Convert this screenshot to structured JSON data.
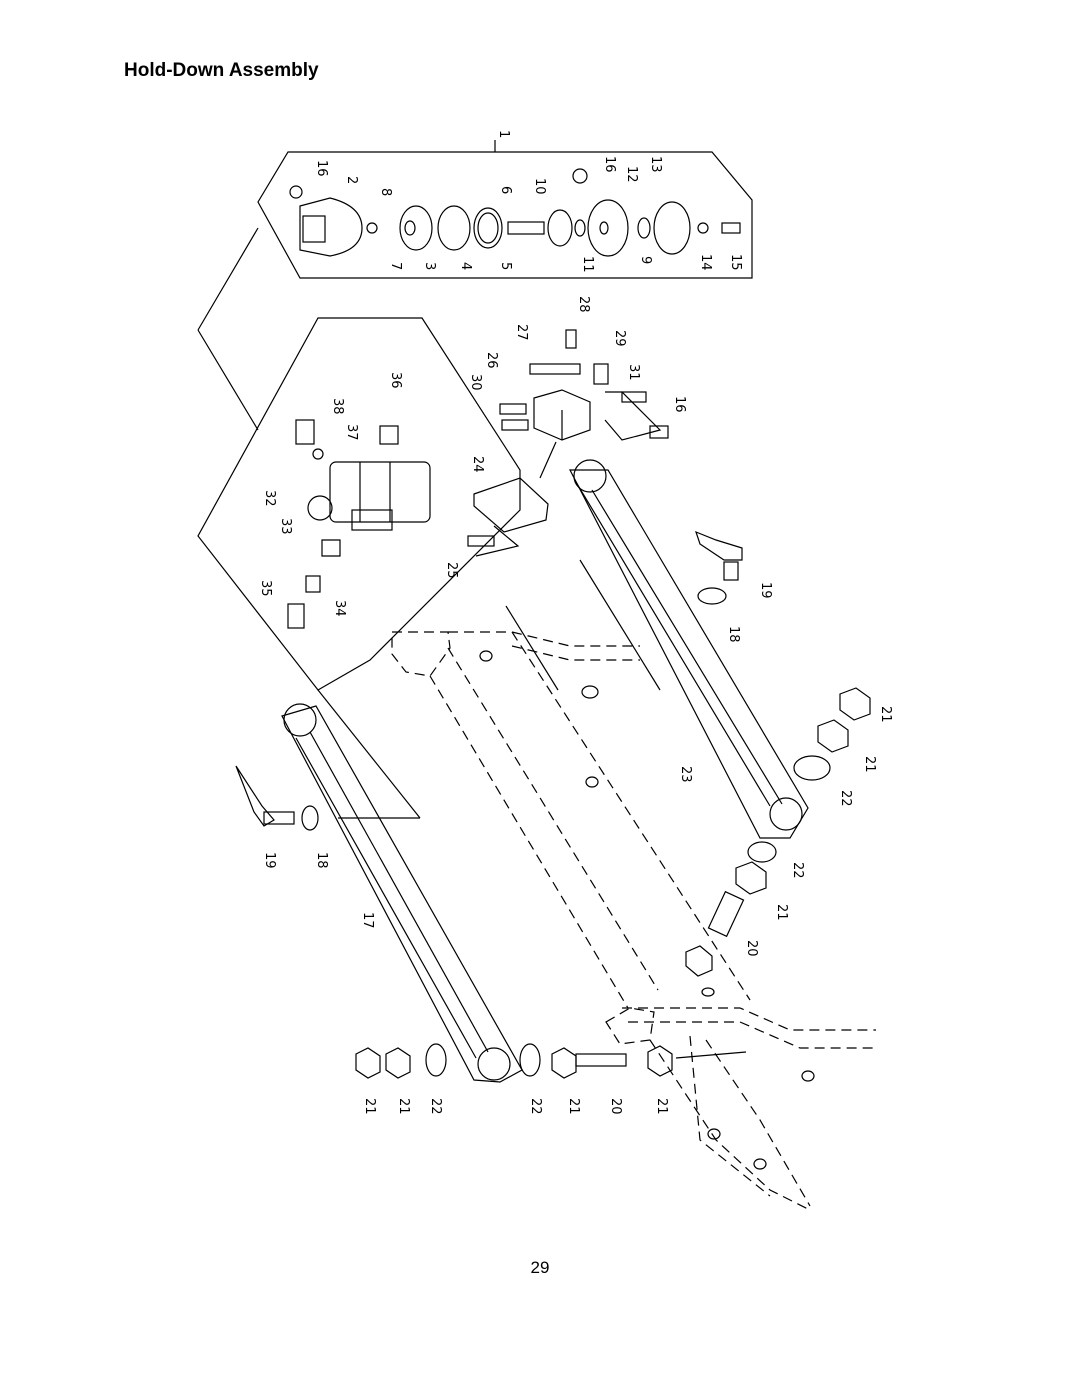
{
  "page": {
    "title": "Hold-Down Assembly",
    "page_number": "29"
  },
  "callouts": {
    "c1": "1",
    "c2": "2",
    "c3": "3",
    "c4": "4",
    "c5": "5",
    "c6": "6",
    "c7": "7",
    "c8": "8",
    "c9": "9",
    "c10": "10",
    "c11": "11",
    "c12": "12",
    "c13": "13",
    "c14": "14",
    "c15": "15",
    "c16": "16",
    "c17": "17",
    "c18": "18",
    "c19": "19",
    "c20": "20",
    "c21": "21",
    "c22": "22",
    "c23": "23",
    "c24": "24",
    "c25": "25",
    "c26": "26",
    "c27": "27",
    "c28": "28",
    "c29": "29",
    "c30": "30",
    "c31": "31",
    "c32": "32",
    "c33": "33",
    "c34": "34",
    "c35": "35",
    "c36": "36",
    "c37": "37",
    "c38": "38"
  }
}
